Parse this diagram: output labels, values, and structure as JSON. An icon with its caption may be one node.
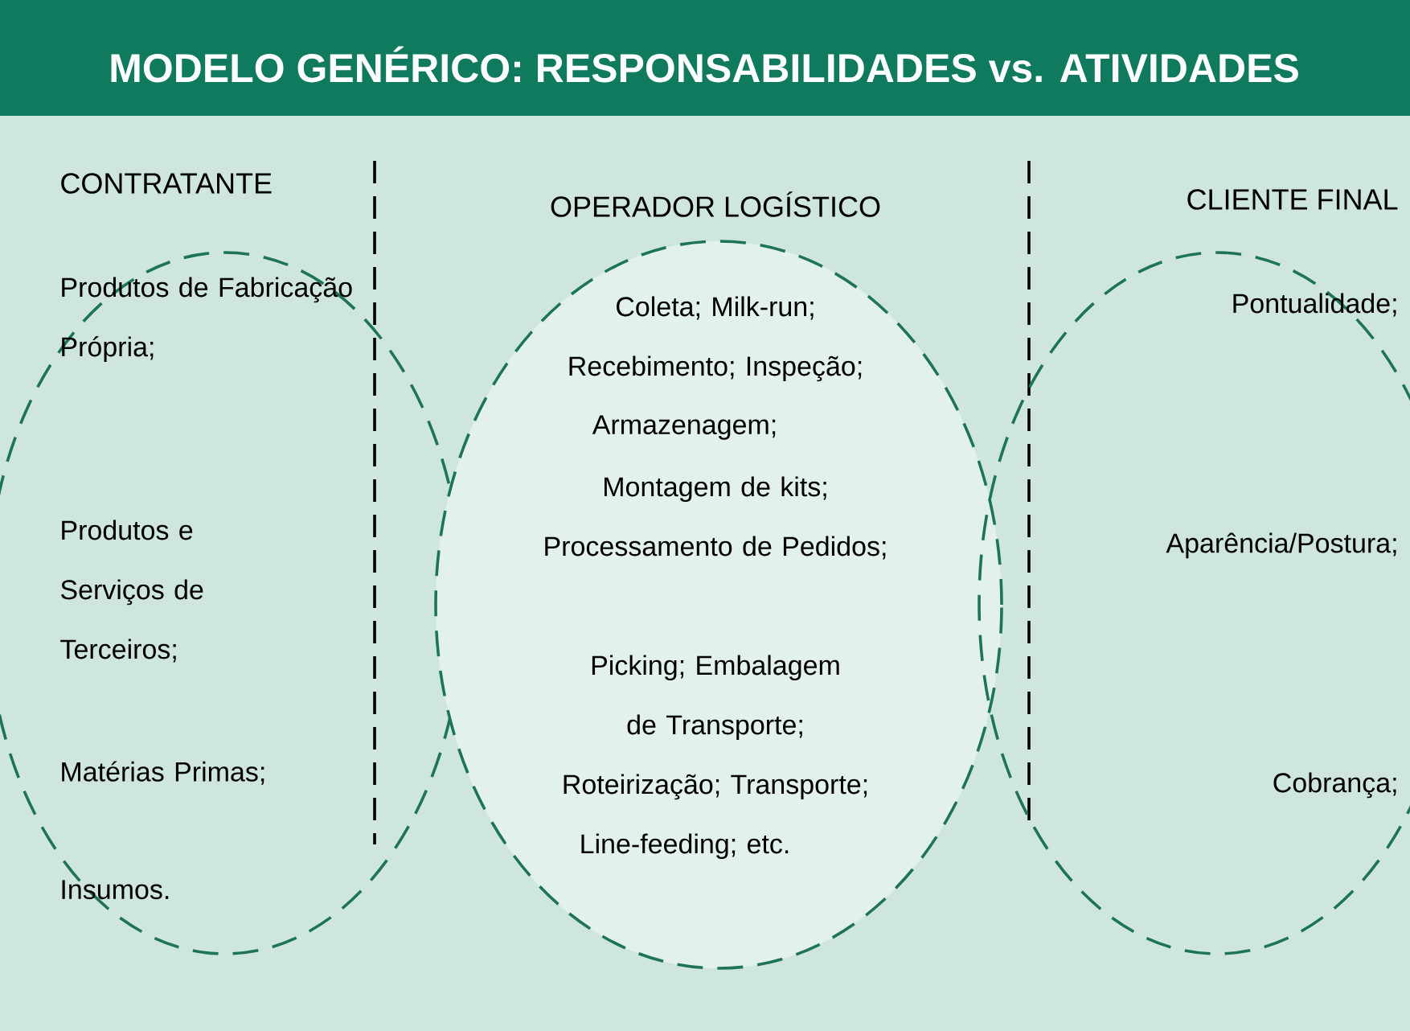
{
  "diagram": {
    "title": "MODELO GENÉRICO: RESPONSABILIDADES vs. ATIVIDADES",
    "nodes": [
      {
        "text": [
          "Produtos de Fabricação Própria;",
          "Produtos e Serviços de Terceiros;",
          "Matérias Primas;",
          "Insumos."
        ]
      },
      {
        "text": [
          "Coleta; Milk-run;",
          "Recebimento; Inspeção;",
          "Armazenagem;",
          "Montagem de kits;",
          "Processamento de Pedidos;",
          "Picking; Embalagem de Transporte;",
          "Roteirização; Transporte;",
          "Line-feeding; etc."
        ]
      },
      {
        "text": [
          "Pontualidade;",
          "Aparência/Postura;",
          "Cobrança;"
        ]
      }
    ],
    "labels": [
      "CONTRATANTE",
      "OPERADOR LOGÍSTICO",
      "CLIENTE FINAL"
    ]
  }
}
